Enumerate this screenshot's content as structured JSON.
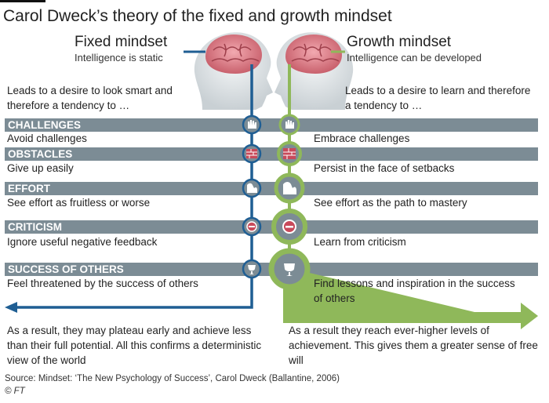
{
  "title": "Carol Dweck’s theory of the fixed and growth mindset",
  "fixed": {
    "heading": "Fixed mindset",
    "subheading": "Intelligence is static",
    "intro": "Leads to a desire to look smart and therefore a tendency to …",
    "outcome": "As a result, they may plateau early and achieve less than their full potential. All this confirms a deterministic view of the world",
    "color": "#1f5e93"
  },
  "growth": {
    "heading": "Growth mindset",
    "subheading": "Intelligence can be developed",
    "intro": "Leads to a desire to learn and therefore a tendency to …",
    "outcome": "As a result they reach ever-higher levels of achievement. This gives them a greater sense of free will",
    "color": "#8fb85a"
  },
  "categories": [
    {
      "name": "CHALLENGES",
      "fixed": "Avoid challenges",
      "growth": "Embrace challenges",
      "icon": "hand-icon"
    },
    {
      "name": "OBSTACLES",
      "fixed": "Give up easily",
      "growth": "Persist in the face of setbacks",
      "icon": "brick-wall-icon"
    },
    {
      "name": "EFFORT",
      "fixed": "See effort as fruitless or worse",
      "growth": "See effort as the path to mastery",
      "icon": "flexed-arm-icon"
    },
    {
      "name": "CRITICISM",
      "fixed": "Ignore useful negative feedback",
      "growth": "Learn from criticism",
      "icon": "no-entry-icon"
    },
    {
      "name": "SUCCESS OF OTHERS",
      "fixed": "Feel threatened by the success of others",
      "growth": "Find lessons and inspiration in the success of others",
      "icon": "trophy-icon"
    }
  ],
  "source": "Source: Mindset: ‘The New Psychology of Success’, Carol Dweck (Ballantine, 2006)",
  "credit": "© FT",
  "colors": {
    "band": "#7c8c95",
    "brain": "#e08a93",
    "head": "#d4dade"
  }
}
